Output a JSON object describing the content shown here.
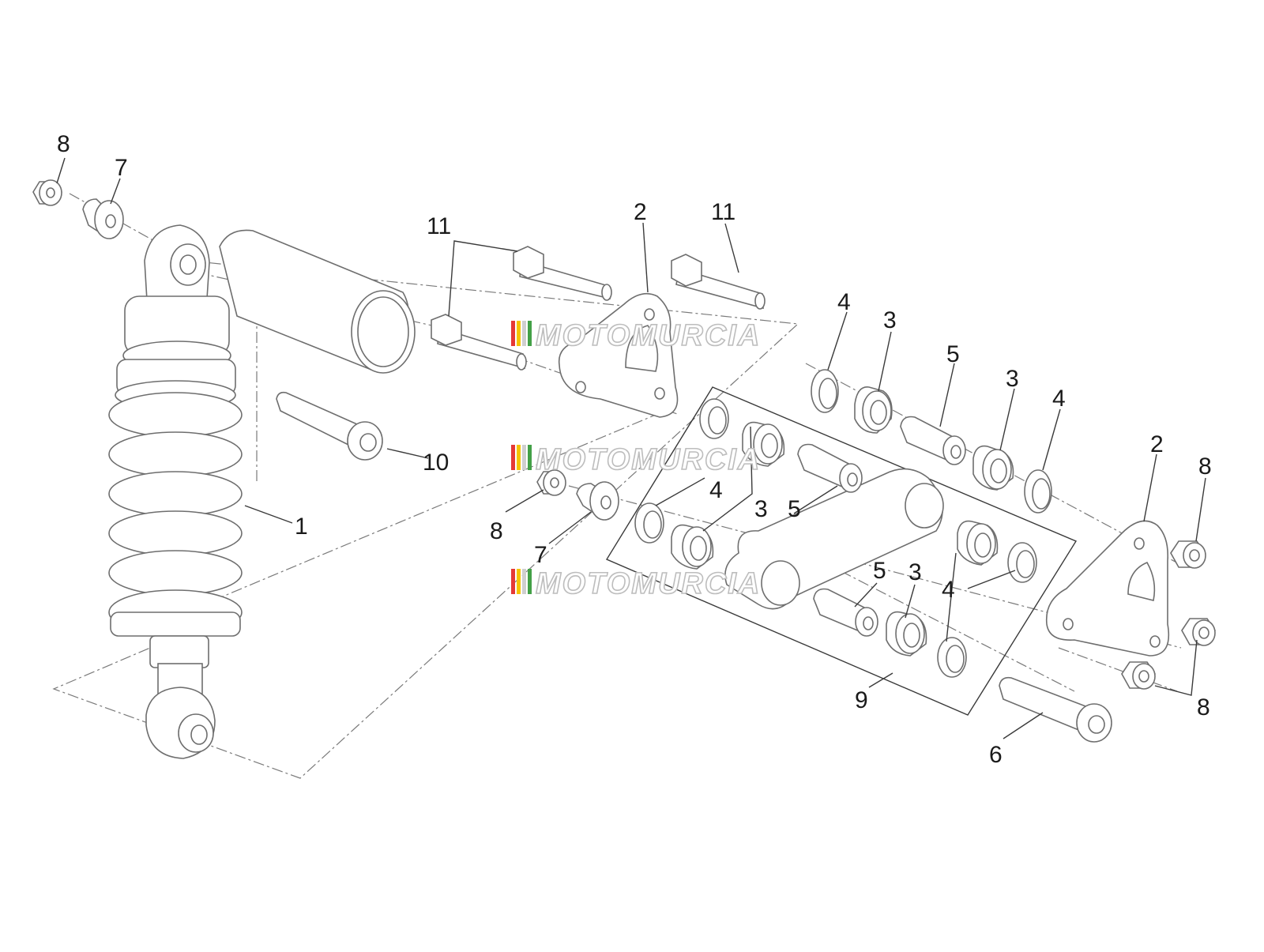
{
  "diagram": {
    "watermark": "MOTOMURCIA",
    "watermark_stripe_colors": [
      "#e53935",
      "#f5c400",
      "#cfcfcf",
      "#43a047"
    ],
    "labels": {
      "l8_tl": "8",
      "l7_tl": "7",
      "l11_a": "11",
      "l2_top": "2",
      "l11_b": "11",
      "l4_a": "4",
      "l3_a": "3",
      "l5_a": "5",
      "l3_b": "3",
      "l4_b": "4",
      "l10": "10",
      "l1": "1",
      "l2_right": "2",
      "l8_right": "8",
      "l8_mid": "8",
      "l7_mid": "7",
      "l4_c": "4",
      "l3_c": "3",
      "l5_b": "5",
      "l5_c": "5",
      "l3_d": "3",
      "l4_d": "4",
      "l9": "9",
      "l6": "6",
      "l8_br": "8"
    }
  }
}
